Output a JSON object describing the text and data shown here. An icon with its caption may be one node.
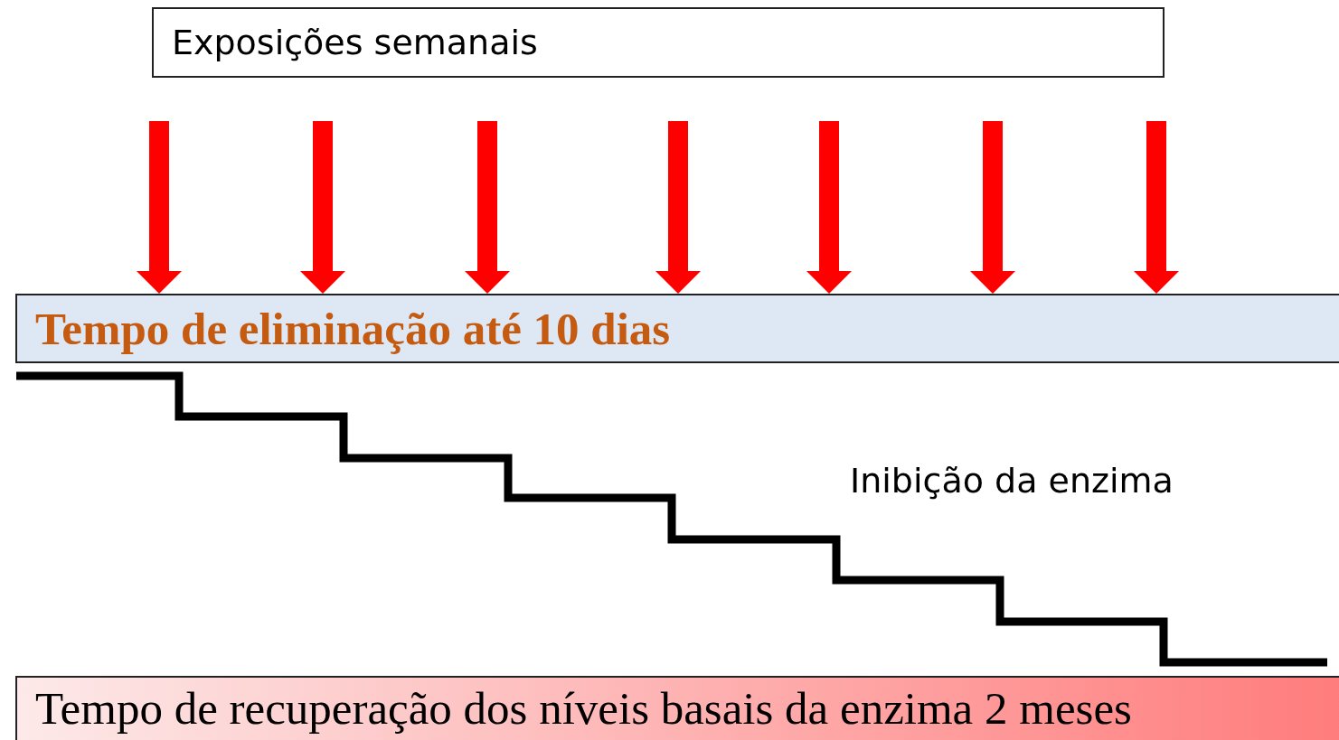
{
  "diagram": {
    "nodes": [
      {
        "text": [
          "Exposições semanais"
        ]
      },
      {
        "text": [
          "Tempo de eliminação até 10 dias"
        ]
      },
      {
        "text": [
          "Tempo de recuperação dos níveis basais da enzima 2 meses"
        ]
      }
    ],
    "edges": [
      {
        "from": null,
        "to": 1,
        "arrow": "to"
      },
      {
        "from": null,
        "to": 1,
        "arrow": "to"
      },
      {
        "from": null,
        "to": 1,
        "arrow": "to"
      },
      {
        "from": null,
        "to": 1,
        "arrow": "to"
      },
      {
        "from": null,
        "to": 1,
        "arrow": "to"
      },
      {
        "from": null,
        "to": 1,
        "arrow": "to"
      },
      {
        "from": null,
        "to": 1,
        "arrow": "to"
      }
    ],
    "labels": [
      "Inibição da enzima"
    ]
  }
}
